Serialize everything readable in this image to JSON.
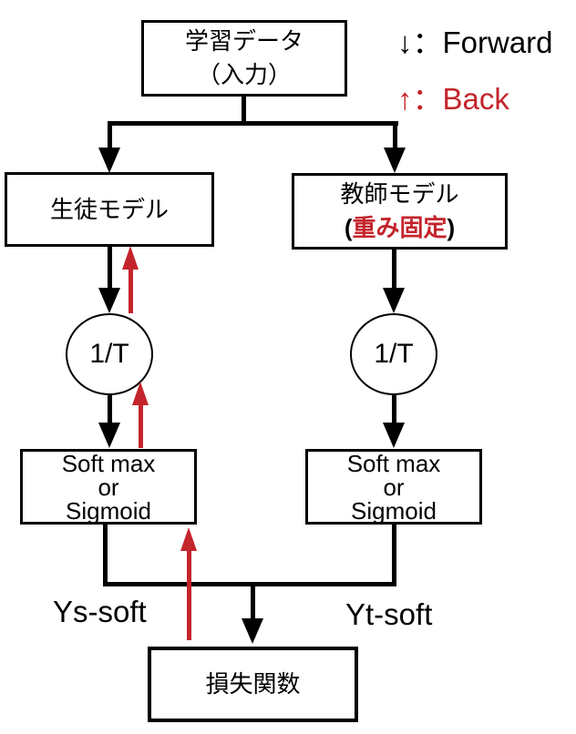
{
  "colors": {
    "forward_black": "#000000",
    "back_red": "#c4242b"
  },
  "legend": {
    "forward": {
      "arrow": "↓",
      "colon": "：",
      "label": "Forward"
    },
    "back": {
      "arrow": "↑",
      "colon": "：",
      "label": "Back"
    }
  },
  "nodes": {
    "input": {
      "line1": "学習データ",
      "line2": "（入力）"
    },
    "student": {
      "label": "生徒モデル"
    },
    "teacher": {
      "line1": "教師モデル",
      "paren_open": "(",
      "emphasis": "重み固定",
      "paren_close": ")"
    },
    "temperature_left": {
      "label": "1/T"
    },
    "temperature_right": {
      "label": "1/T"
    },
    "softmax_left": {
      "line1": "Soft max",
      "line2": "or",
      "line3": "Sigmoid"
    },
    "softmax_right": {
      "line1": "Soft max",
      "line2": "or",
      "line3": "Sigmoid"
    },
    "loss": {
      "label": "損失関数"
    }
  },
  "labels": {
    "ys_soft": "Ys-soft",
    "yt_soft": "Yt-soft"
  }
}
